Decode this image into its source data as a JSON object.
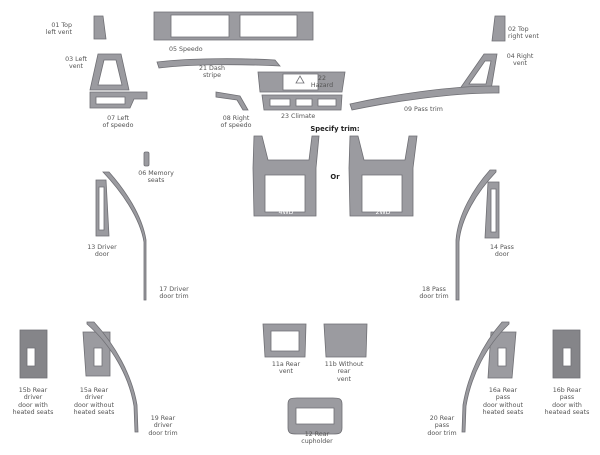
{
  "colors": {
    "part_fill": "#9b9ba0",
    "part_stroke": "#6f6f74",
    "dark_part": "#858589",
    "label_text": "#555555",
    "background": "#ffffff"
  },
  "labels": {
    "p01": "01 Top\nleft vent",
    "p02": "02 Top\nright vent",
    "p03": "03 Left\nvent",
    "p04": "04 Right\nvent",
    "p05": "05 Speedo",
    "p06": "06 Memory\nseats",
    "p07": "07 Left\nof speedo",
    "p08": "08 Right\nof speedo",
    "p09": "09 Pass trim",
    "p21": "21 Dash\nstripe",
    "p22": "22\nHazard",
    "p23": "23 Climate",
    "specify": "Specify trim:",
    "or": "Or",
    "p10a": "10a\nShifter\n4WD",
    "p10b": "10b\nShifter\n2WD",
    "p13": "13 Driver\ndoor",
    "p14": "14 Pass\ndoor",
    "p17": "17 Driver\ndoor trim",
    "p18": "18 Pass\ndoor trim",
    "p11a": "11a Rear\nvent",
    "p11b": "11b Without\nrear\nvent",
    "p12": "12 Rear\ncupholder",
    "p15a": "15a Rear\ndriver\ndoor without\nheated seats",
    "p15b": "15b Rear\ndriver\ndoor with\nheated seats",
    "p16a": "16a Rear\npass\ndoor without\nheated seats",
    "p16b": "16b Rear\npass\ndoor with\nheatead seats",
    "p19": "19 Rear\ndriver\ndoor trim",
    "p20": "20 Rear\npass\ndoor trim"
  }
}
